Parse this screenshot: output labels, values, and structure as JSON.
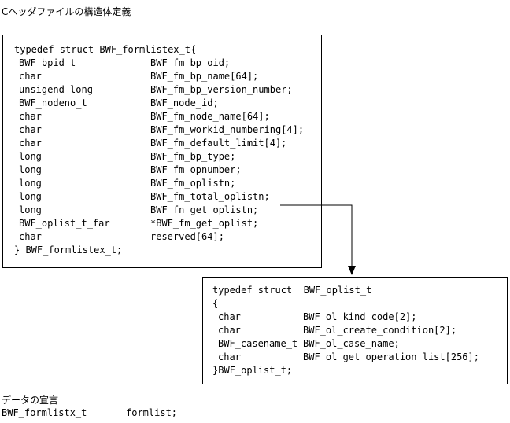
{
  "headings": {
    "c_header_title": "Cヘッダファイルの構造体定義",
    "data_decl_title": "データの宣言"
  },
  "struct1": {
    "open": "typedef struct BWF_formlistex_t{",
    "members": [
      {
        "type": "BWF_bpid_t",
        "name": "BWF_fm_bp_oid;"
      },
      {
        "type": "char",
        "name": "BWF_fm_bp_name[64];"
      },
      {
        "type": "unsigend long",
        "name": "BWF_fm_bp_version_number;"
      },
      {
        "type": "BWF_nodeno_t",
        "name": "BWF_node_id;"
      },
      {
        "type": "char",
        "name": "BWF_fm_node_name[64];"
      },
      {
        "type": "char",
        "name": "BWF_fm_workid_numbering[4];"
      },
      {
        "type": "char",
        "name": "BWF_fm_default_limit[4];"
      },
      {
        "type": "long",
        "name": "BWF_fm_bp_type;"
      },
      {
        "type": "long",
        "name": "BWF_fm_opnumber;"
      },
      {
        "type": "long",
        "name": "BWF_fm_oplistn;"
      },
      {
        "type": "long",
        "name": "BWF_fm_total_oplistn;"
      },
      {
        "type": "long",
        "name": "BWF_fn_get_oplistn;"
      },
      {
        "type": "BWF_oplist_t_far",
        "name": "*BWF_fm_get_oplist;"
      },
      {
        "type": "char",
        "name": "reserved[64];"
      }
    ],
    "close": "} BWF_formlistex_t;"
  },
  "struct2": {
    "open": "typedef struct  BWF_oplist_t",
    "brace": "{",
    "members": [
      {
        "type": "char",
        "name": "BWF_ol_kind_code[2];"
      },
      {
        "type": "char",
        "name": "BWF_ol_create_condition[2];"
      },
      {
        "type": "BWF_casename_t",
        "name": "BWF_ol_case_name;"
      },
      {
        "type": "char",
        "name": "BWF_ol_get_operation_list[256];"
      }
    ],
    "close": "}BWF_oplist_t;"
  },
  "declaration": {
    "type": "BWF_formlistx_t",
    "name": "formlist;"
  }
}
